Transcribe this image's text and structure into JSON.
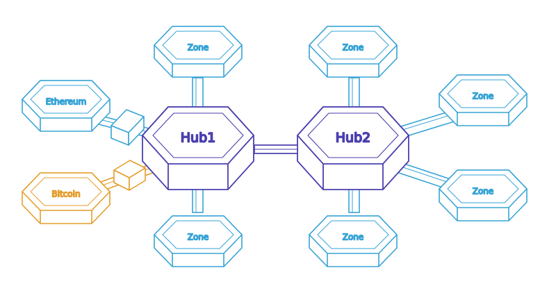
{
  "colors": {
    "zone": "#36a3d6",
    "hub": "#4a3fae",
    "bitcoin": "#e49d2a"
  },
  "hubs": [
    {
      "id": "hub1",
      "label": "Hub1"
    },
    {
      "id": "hub2",
      "label": "Hub2"
    }
  ],
  "zones": [
    {
      "id": "zone-hub1-top",
      "label": "Zone"
    },
    {
      "id": "zone-hub1-bottom",
      "label": "Zone"
    },
    {
      "id": "zone-hub2-top",
      "label": "Zone"
    },
    {
      "id": "zone-hub2-upper-right",
      "label": "Zone"
    },
    {
      "id": "zone-hub2-lower-right",
      "label": "Zone"
    },
    {
      "id": "zone-hub2-bottom",
      "label": "Zone"
    },
    {
      "id": "ethereum",
      "label": "Ethereum"
    },
    {
      "id": "bitcoin",
      "label": "Bitcoin"
    }
  ]
}
